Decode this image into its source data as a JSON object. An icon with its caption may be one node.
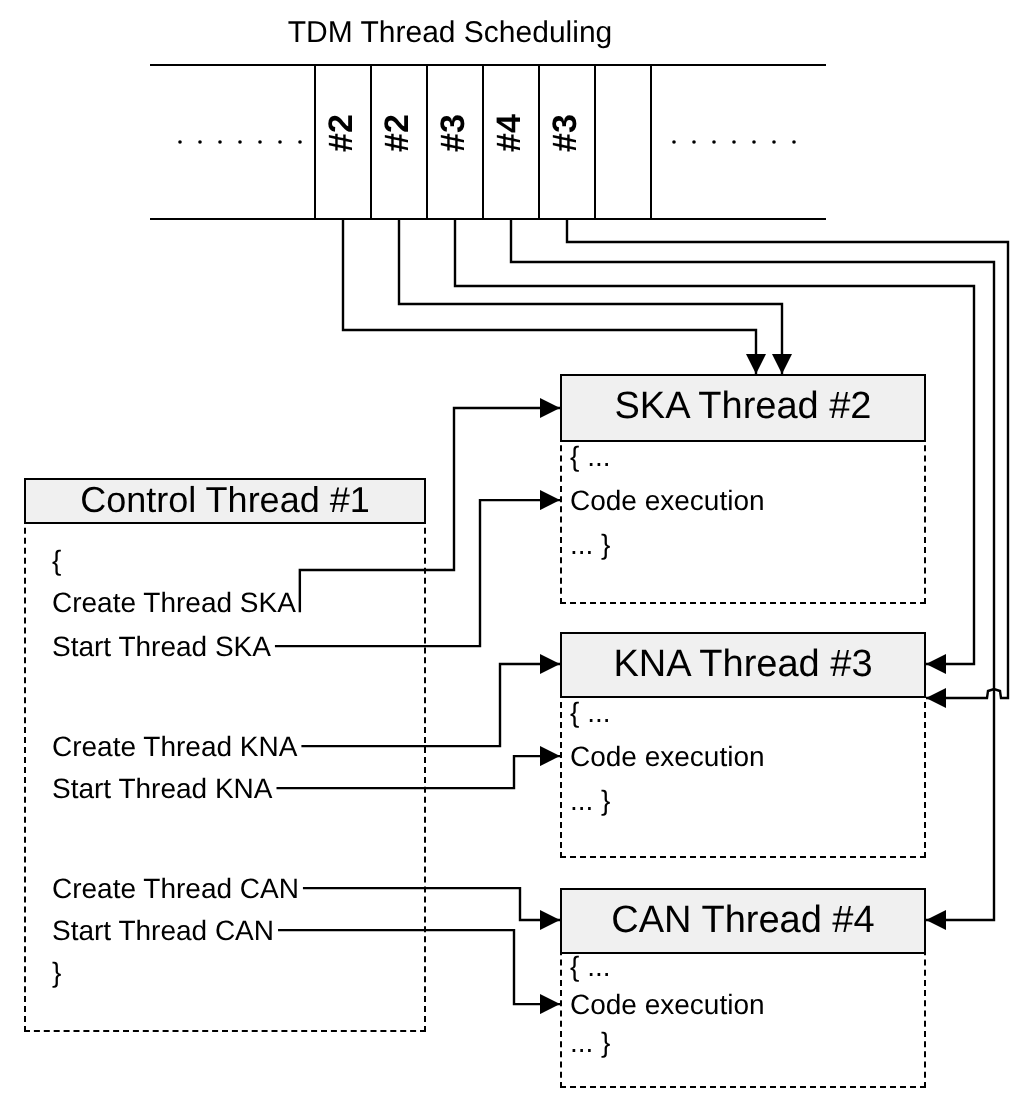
{
  "diagram": {
    "title": "TDM Thread Scheduling",
    "nodes": [
      {
        "text": [
          "#2"
        ]
      },
      {
        "text": [
          "#2"
        ]
      },
      {
        "text": [
          "#3"
        ]
      },
      {
        "text": [
          "#4"
        ]
      },
      {
        "text": [
          "#3"
        ]
      },
      {
        "text": [],
        "shape": "box"
      },
      {
        "text": [
          "Control Thread #1",
          "{",
          "}"
        ]
      },
      {
        "text": [
          "Create Thread SKA"
        ],
        "in": 6
      },
      {
        "text": [
          "Start Thread SKA"
        ],
        "in": 6
      },
      {
        "text": [
          "Create Thread KNA"
        ],
        "in": 6
      },
      {
        "text": [
          "Start Thread KNA"
        ],
        "in": 6
      },
      {
        "text": [
          "Create Thread CAN"
        ],
        "in": 6
      },
      {
        "text": [
          "Start Thread CAN"
        ],
        "in": 6
      },
      {
        "text": [
          "SKA Thread #2",
          "{ ...",
          "... }"
        ]
      },
      {
        "text": [
          "Code execution"
        ],
        "in": 13
      },
      {
        "text": [
          "KNA Thread #3",
          "{ ...",
          "... }"
        ]
      },
      {
        "text": [
          "Code execution"
        ],
        "in": 15
      },
      {
        "text": [
          "CAN Thread #4",
          "{ ...",
          "... }"
        ]
      },
      {
        "text": [
          "Code execution"
        ],
        "in": 17
      }
    ],
    "edges": [
      {
        "from": 0,
        "to": 13,
        "arrow": "to"
      },
      {
        "from": 1,
        "to": 13,
        "arrow": "to"
      },
      {
        "from": 2,
        "to": 15,
        "arrow": "to"
      },
      {
        "from": 3,
        "to": 17,
        "arrow": "to"
      },
      {
        "from": 4,
        "to": 15,
        "arrow": "to"
      },
      {
        "from": 7,
        "to": 13,
        "arrow": "to"
      },
      {
        "from": 8,
        "to": 14,
        "arrow": "to"
      },
      {
        "from": 9,
        "to": 15,
        "arrow": "to"
      },
      {
        "from": 10,
        "to": 16,
        "arrow": "to"
      },
      {
        "from": 11,
        "to": 17,
        "arrow": "to"
      },
      {
        "from": 12,
        "to": 18,
        "arrow": "to"
      }
    ]
  }
}
